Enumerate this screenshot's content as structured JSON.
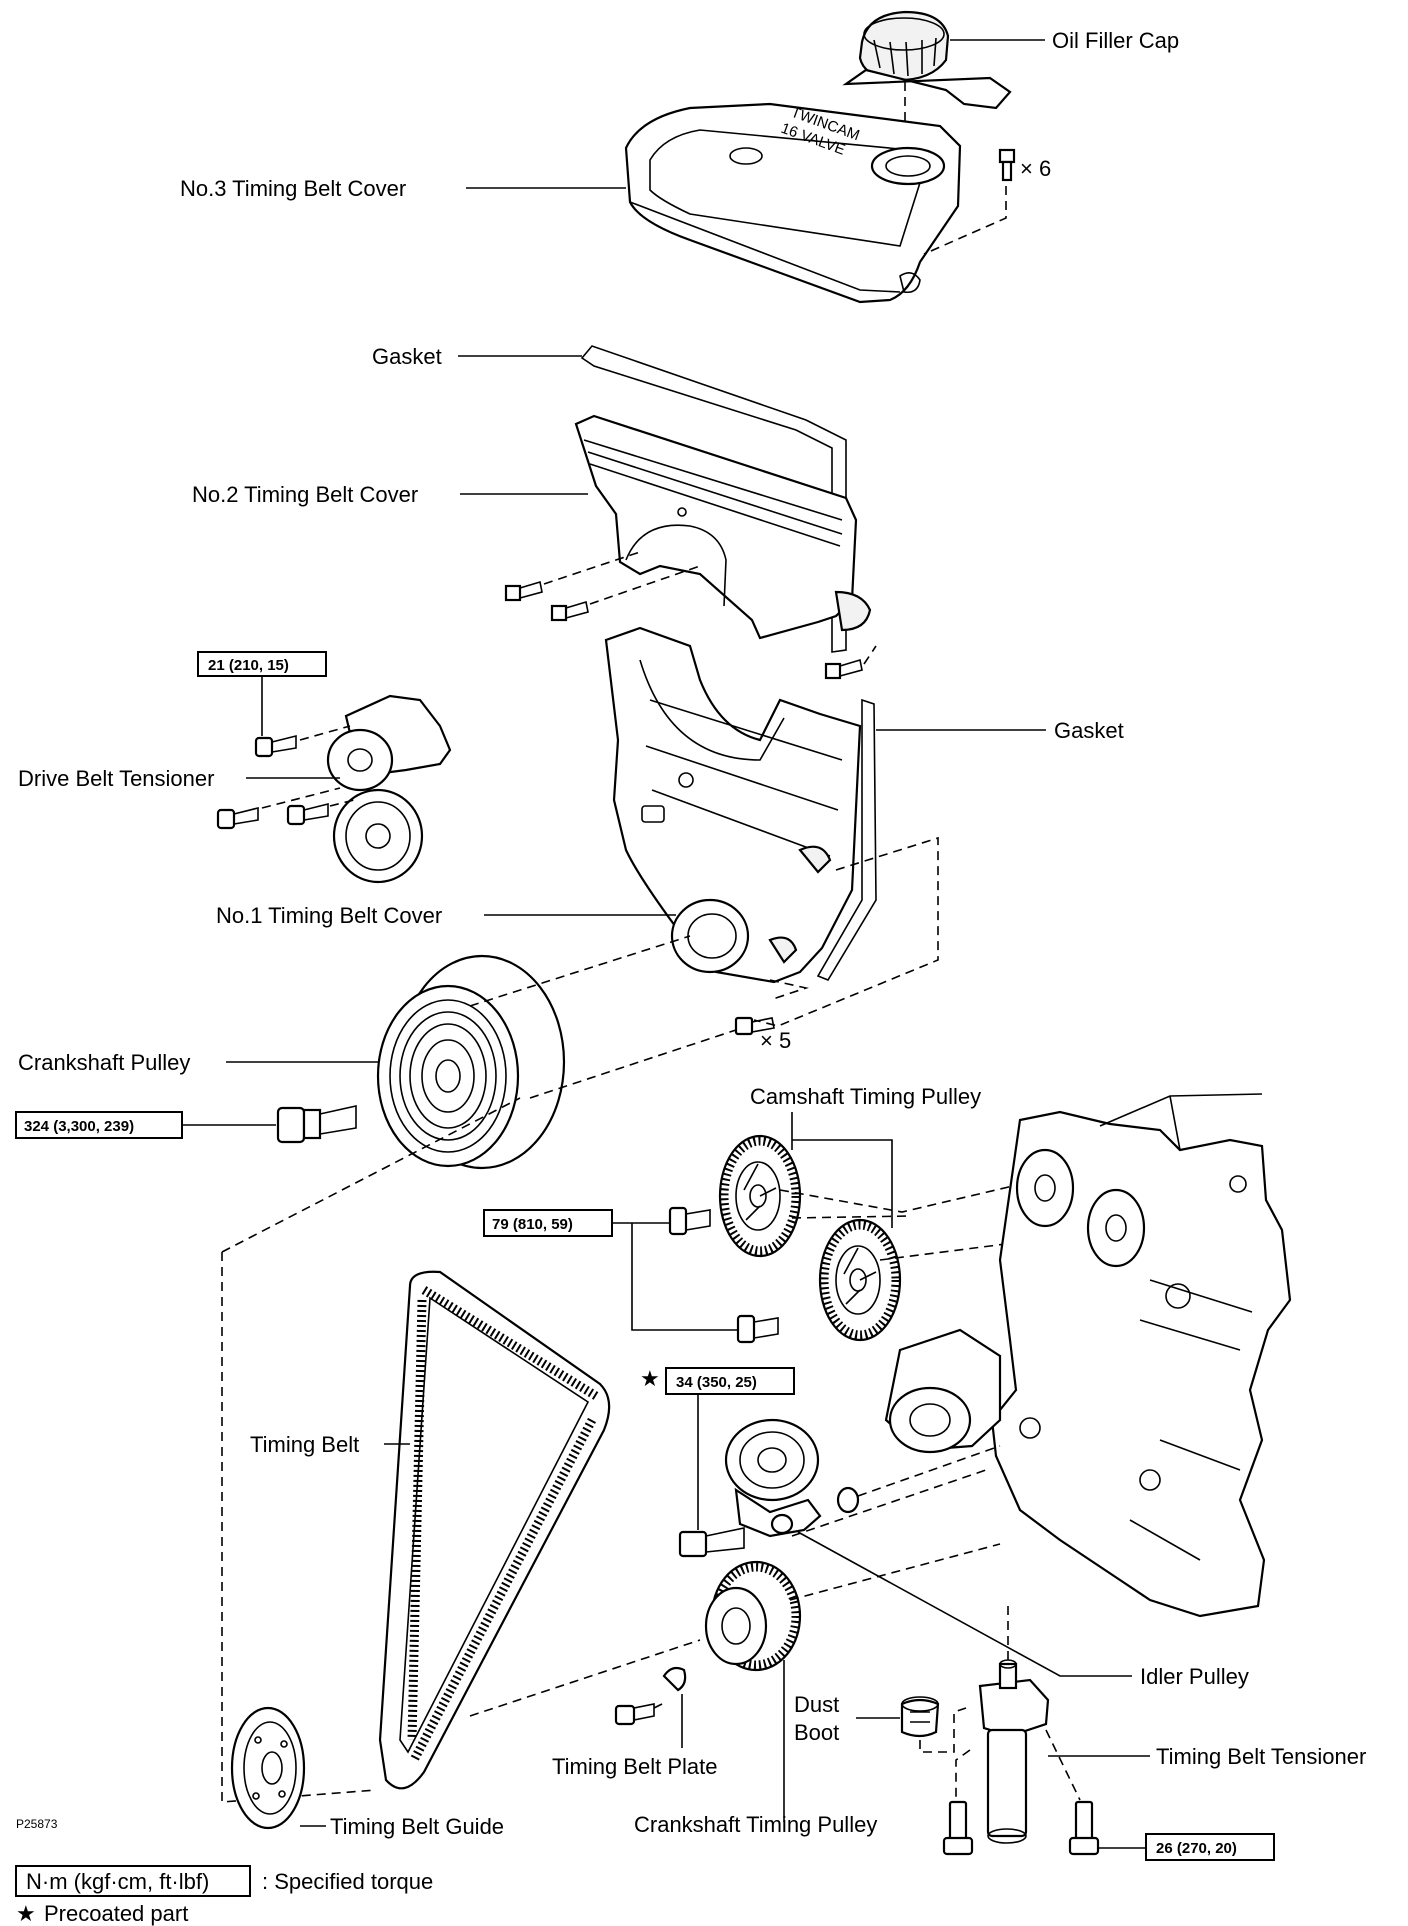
{
  "labels": {
    "oil_filler_cap": "Oil Filler Cap",
    "no3_cover": "No.3 Timing Belt Cover",
    "gasket_upper": "Gasket",
    "no2_cover": "No.2 Timing Belt Cover",
    "gasket_right": "Gasket",
    "drive_belt_tensioner": "Drive Belt Tensioner",
    "no1_cover": "No.1 Timing Belt Cover",
    "crankshaft_pulley": "Crankshaft Pulley",
    "camshaft_timing_pulley": "Camshaft Timing Pulley",
    "timing_belt": "Timing Belt",
    "idler_pulley": "Idler Pulley",
    "dust_boot_line1": "Dust",
    "dust_boot_line2": "Boot",
    "timing_belt_tensioner": "Timing Belt Tensioner",
    "timing_belt_plate": "Timing Belt Plate",
    "timing_belt_guide": "Timing Belt Guide",
    "crankshaft_timing_pulley": "Crankshaft Timing Pulley",
    "cover_text_line1": "TWINCAM",
    "cover_text_line2": "16 VALVE"
  },
  "quantities": {
    "top_bolts": "× 6",
    "cover_bolts": "× 5"
  },
  "torques": {
    "drive_belt_tensioner": "21 (210, 15)",
    "crankshaft_pulley": "324 (3,300, 239)",
    "camshaft_pulley": "79 (810, 59)",
    "idler_pulley": "34 (350, 25)",
    "timing_belt_tensioner": "26 (270, 20)"
  },
  "figure_id": "P25873",
  "legend": {
    "torque_unit": "N·m (kgf·cm, ft·lbf)",
    "torque_text": ": Specified torque",
    "star_symbol": "★",
    "star_text": "Precoated part"
  }
}
